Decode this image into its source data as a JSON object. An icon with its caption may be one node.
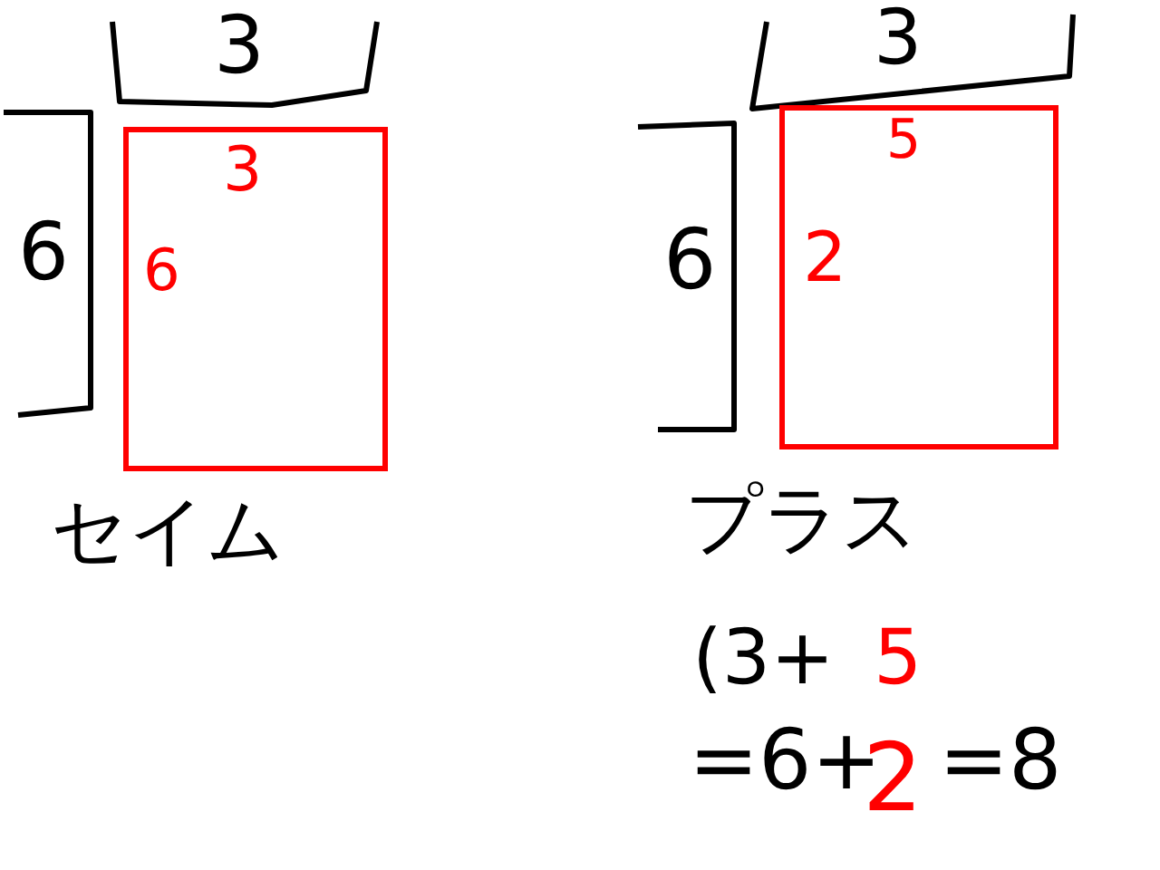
{
  "diagram": {
    "nodes": [
      {
        "text": [
          "3",
          "6"
        ]
      },
      {
        "text": [
          "5",
          "2"
        ]
      }
    ],
    "edges": [],
    "labels": [
      "3",
      "6",
      "セイム",
      "3",
      "6",
      "プラス",
      "(3+",
      "5",
      "=6+",
      "2",
      "=8"
    ]
  }
}
